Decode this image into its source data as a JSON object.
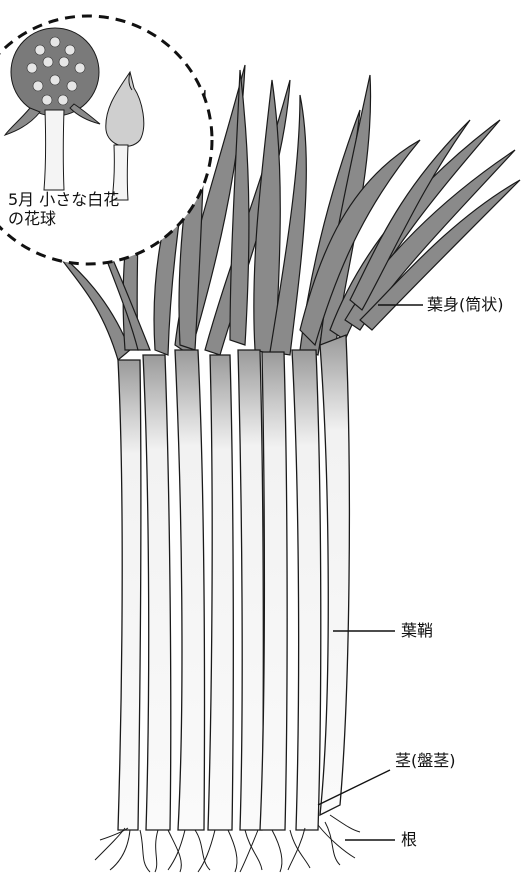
{
  "inset": {
    "line1": "5月 小さな白花",
    "line2": "の花球"
  },
  "labels": {
    "leaf_blade": "葉身(筒状)",
    "leaf_sheath": "葉鞘",
    "stem": "茎(盤茎)",
    "root": "根"
  },
  "colors": {
    "leaf_dark": "#7d7d7d",
    "leaf_light": "#b8b8b8",
    "sheath": "#ececec",
    "outline": "#1a1a1a",
    "inset_border": "#111111"
  }
}
